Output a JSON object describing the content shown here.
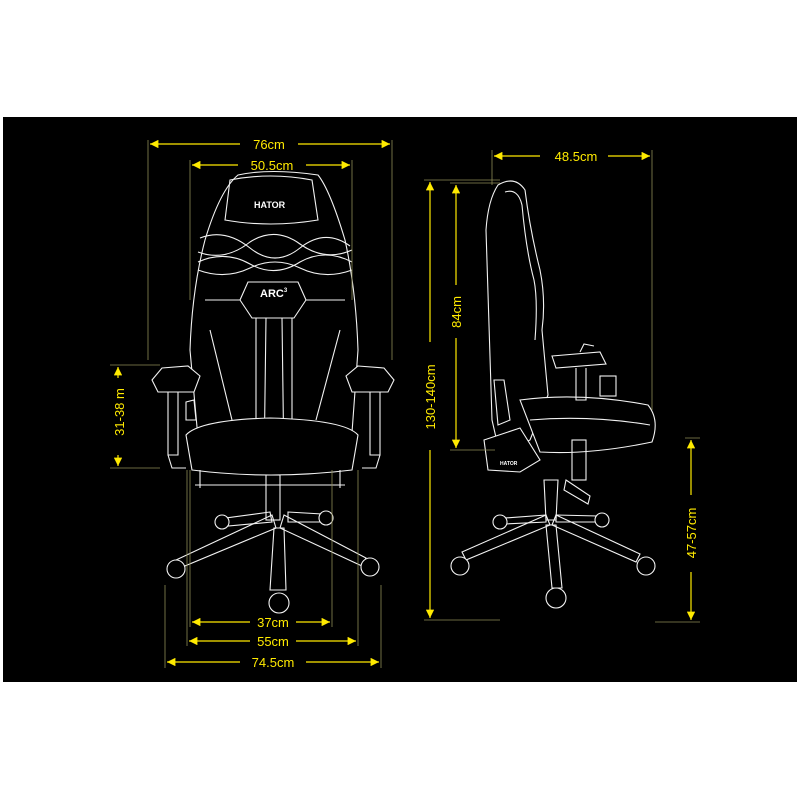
{
  "brand": {
    "logo": "HATOR",
    "model": "ARC",
    "model_sup": "3"
  },
  "dimensions": {
    "overall_width": "76cm",
    "backrest_width": "50.5cm",
    "side_depth": "48.5cm",
    "backrest_height": "84cm",
    "total_height": "130-140cm",
    "seat_height": "47-57cm",
    "armrest_height": "31-38 m",
    "seat_width": "37cm",
    "seat_outer_width": "55cm",
    "base_width": "74.5cm"
  },
  "colors": {
    "background": "#000000",
    "dimension": "#ffea00",
    "outline": "#f2f2f2"
  }
}
